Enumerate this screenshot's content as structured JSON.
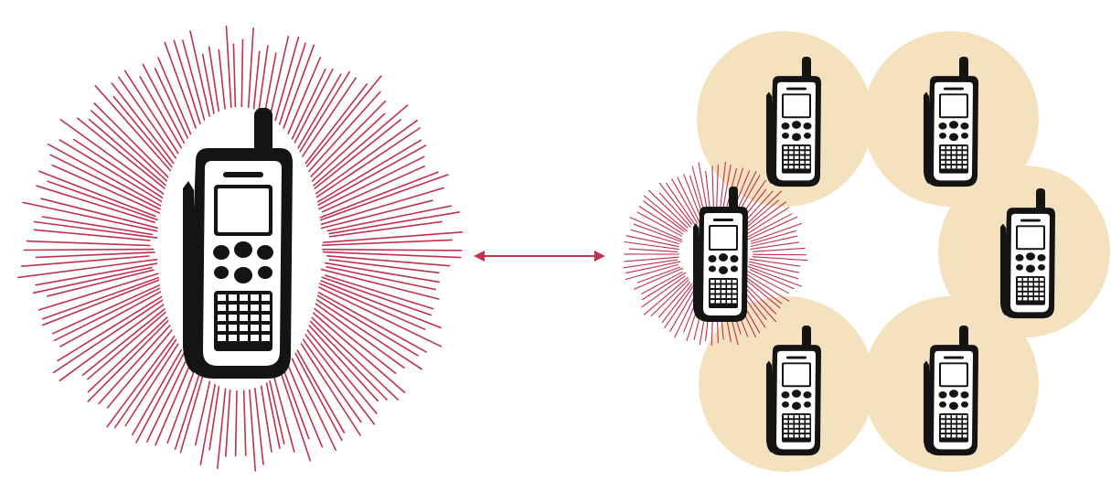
{
  "diagram": {
    "colors": {
      "background": "#ffffff",
      "signal_ray": "#c0304f",
      "coverage_disc": "#f3e2bd",
      "phone_ink": "#141414",
      "phone_screen": "#ffffff",
      "arrow": "#c0304f"
    },
    "nodes": [
      {
        "id": "single-strong-transmitter",
        "icon": "mobile-phone-icon",
        "signal": "strong-rays"
      },
      {
        "id": "mesh-source-handset",
        "icon": "mobile-phone-icon",
        "signal": "small-rays"
      },
      {
        "id": "mesh-handset-top-left",
        "icon": "mobile-phone-icon",
        "signal": "coverage-disc"
      },
      {
        "id": "mesh-handset-top-right",
        "icon": "mobile-phone-icon",
        "signal": "coverage-disc"
      },
      {
        "id": "mesh-handset-right",
        "icon": "mobile-phone-icon",
        "signal": "coverage-disc"
      },
      {
        "id": "mesh-handset-bottom-left",
        "icon": "mobile-phone-icon",
        "signal": "coverage-disc"
      },
      {
        "id": "mesh-handset-bottom-right",
        "icon": "mobile-phone-icon",
        "signal": "coverage-disc"
      }
    ],
    "connector": {
      "type": "double-headed-arrow",
      "icon": "double-arrow-icon"
    }
  }
}
